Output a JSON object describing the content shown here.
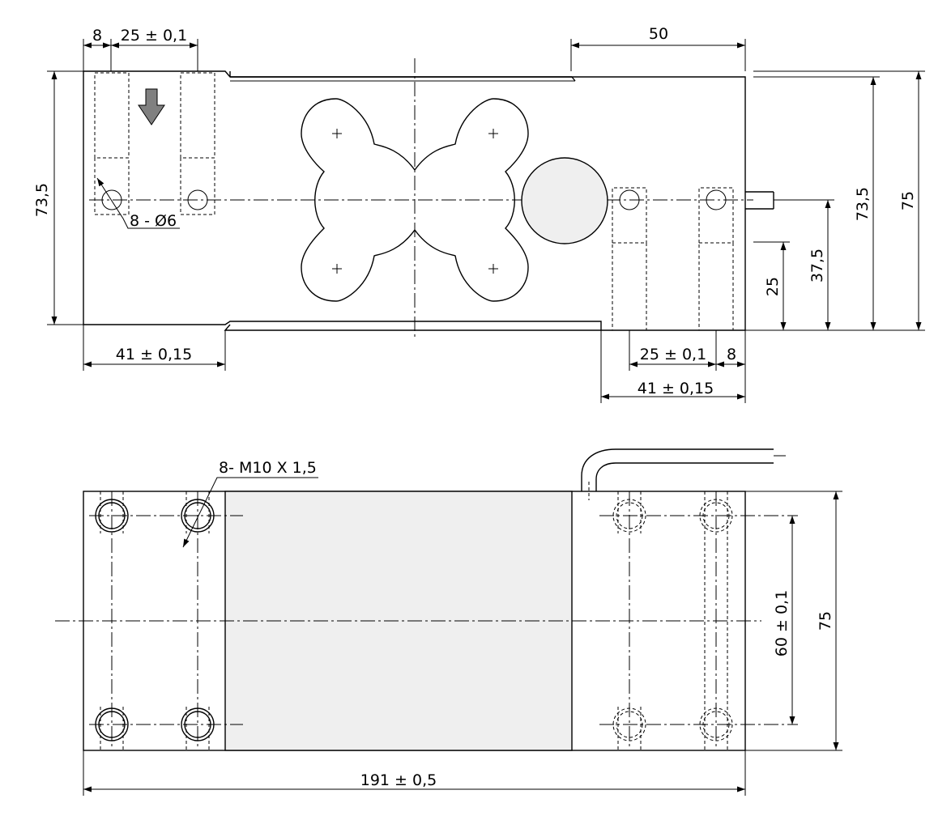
{
  "top_view": {
    "dims": {
      "left_hole_edge": "8",
      "left_hole_pitch": "25 ± 0,1",
      "top_right_offset": "50",
      "height_left": "73,5",
      "hole_callout": "8 - Ø6",
      "bottom_left_length": "41 ± 0,15",
      "right_hole_pitch": "25 ± 0,1",
      "right_hole_edge": "8",
      "bottom_right_length": "41 ± 0,15",
      "cable_height_small": "25",
      "cable_height_mid": "37,5",
      "height_right": "73,5",
      "height_total": "75"
    }
  },
  "bottom_view": {
    "dims": {
      "thread_callout": "8- M10 X 1,5",
      "hole_spacing": "60 ± 0,1",
      "width": "75",
      "overall_length": "191 ± 0,5"
    }
  },
  "colors": {
    "line": "#000000",
    "gauge_fill": "#efefef",
    "arrow_fill": "#808080"
  }
}
